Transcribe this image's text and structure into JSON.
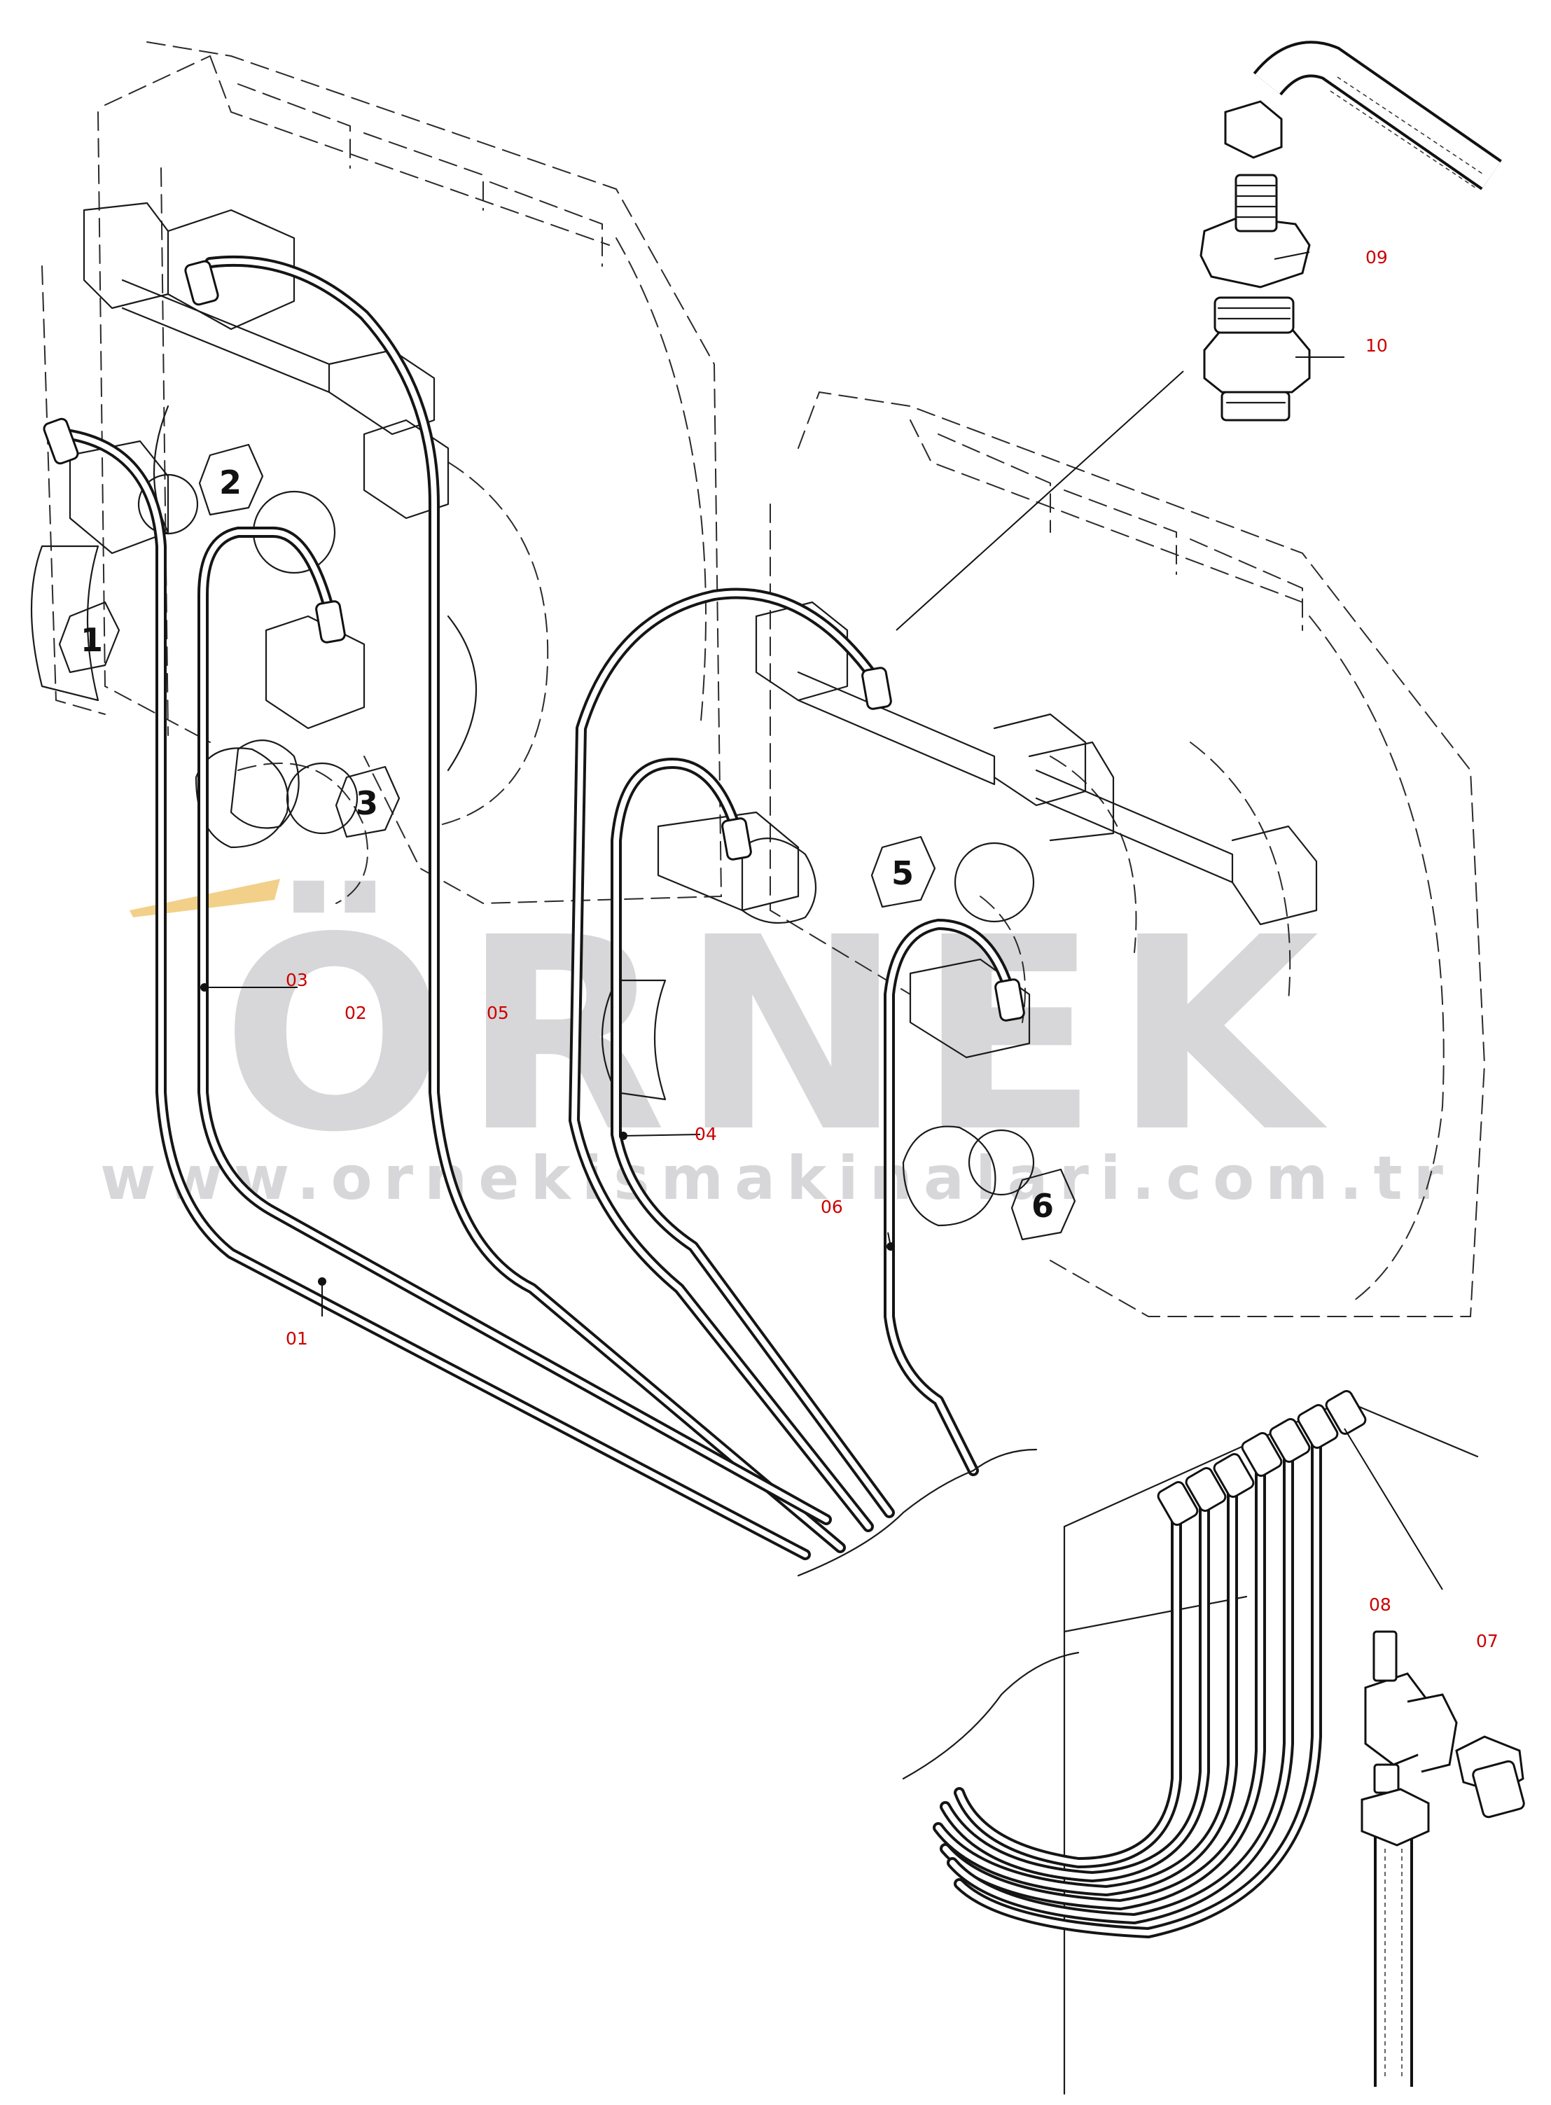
{
  "diagram": {
    "callout_color": "#cc0000",
    "callouts": [
      {
        "id": "c01",
        "label": "01"
      },
      {
        "id": "c02",
        "label": "02"
      },
      {
        "id": "c03",
        "label": "03"
      },
      {
        "id": "c04",
        "label": "04"
      },
      {
        "id": "c05",
        "label": "05"
      },
      {
        "id": "c06",
        "label": "06"
      },
      {
        "id": "c07",
        "label": "07"
      },
      {
        "id": "c08",
        "label": "08"
      },
      {
        "id": "c09",
        "label": "09"
      },
      {
        "id": "c10",
        "label": "10"
      }
    ],
    "valve_numbers": [
      "1",
      "2",
      "3",
      "5",
      "6"
    ]
  },
  "watermark": {
    "brand": "ÖRNEK",
    "url": "www.ornekismakinalari.com.tr",
    "brand_color": "#c9c9cc",
    "accent_color": "#f2d08a"
  }
}
